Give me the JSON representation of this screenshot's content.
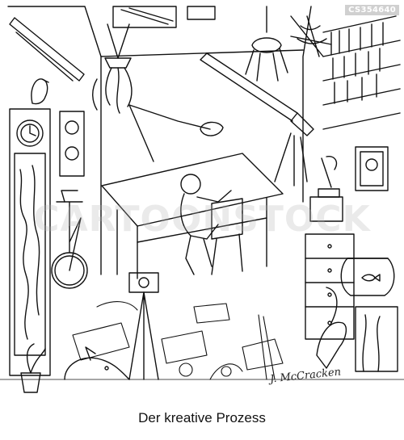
{
  "stock_id": "CS354640",
  "caption": "Der kreative Prozess",
  "watermark": "CARTOONSTOCK",
  "signature": "J. McCracken",
  "colors": {
    "ink": "#111111",
    "paper": "#ffffff"
  },
  "icons": [
    "telescope-icon",
    "bicycle-icon",
    "fishbowl-icon",
    "clock-icon",
    "desk-lamp-icon",
    "microscope-icon",
    "spider-web-icon"
  ]
}
